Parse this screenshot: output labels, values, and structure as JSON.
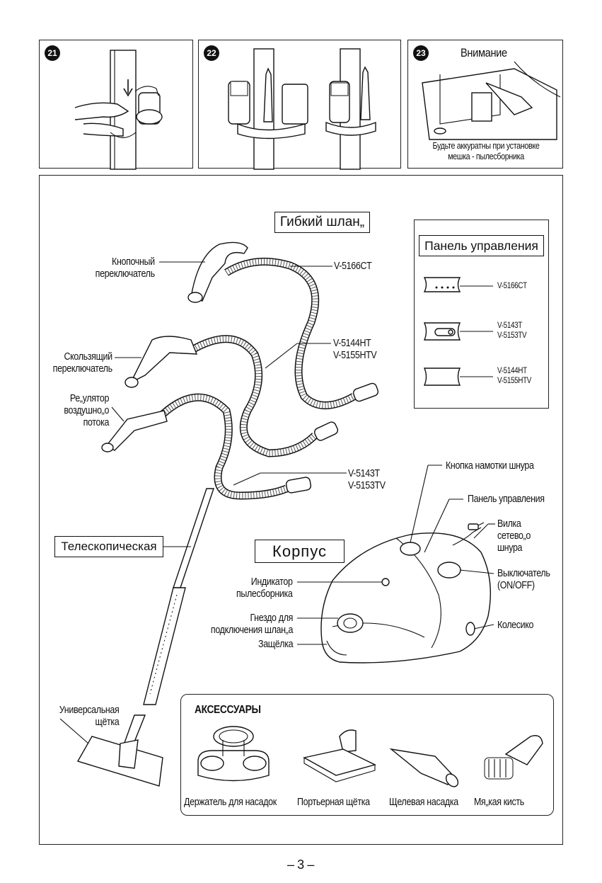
{
  "top_panels": [
    {
      "number": "21"
    },
    {
      "number": "22"
    },
    {
      "number": "23",
      "title": "Внимание",
      "caption_line1": "Будьте аккуратны при установке",
      "caption_line2": "мешка - пылесборника"
    }
  ],
  "main": {
    "hose_title": "Гибкий шлан„",
    "control_panel_title": "Панель управления",
    "control_panel_models": [
      "V-5166CT",
      "V-5143T\nV-5153TV",
      "V-5144HT\nV-5155HTV"
    ],
    "hose_models": {
      "top": "V-5166CT",
      "middle_line1": "V-5144HT",
      "middle_line2": "V-5155HTV",
      "bottom_line1": "V-5143T",
      "bottom_line2": "V-5153TV"
    },
    "labels": {
      "button_switch_1": "Кнопочный",
      "button_switch_2": "переключатель",
      "slide_switch_1": "Скользящий",
      "slide_switch_2": "переключатель",
      "airflow_1": "Ре„улятор",
      "airflow_2": "воздушно„о",
      "airflow_3": "потока",
      "telescopic": "Телескопическая",
      "body": "Корпус",
      "dust_indicator_1": "Индикатор",
      "dust_indicator_2": "пылесборника",
      "hose_socket_1": "Гнездо для",
      "hose_socket_2": "подключения шлан„а",
      "latch": "Защёлка",
      "cord_rewind": "Кнопка намотки шнура",
      "control_panel": "Панель управления",
      "plug_1": "Вилка",
      "plug_2": "сетево„о",
      "plug_3": "шнура",
      "power_switch_1": "Выключатель",
      "power_switch_2": "(ON/OFF)",
      "wheel": "Колесико",
      "universal_brush_1": "Универсальная",
      "universal_brush_2": "щётка"
    },
    "accessories": {
      "title": "АКСЕССУАРЫ",
      "items": [
        "Держатель для насадок",
        "Портьерная щётка",
        "Щелевая насадка",
        "Мя„кая кисть"
      ]
    }
  },
  "footer": {
    "page": "– 3 –"
  }
}
